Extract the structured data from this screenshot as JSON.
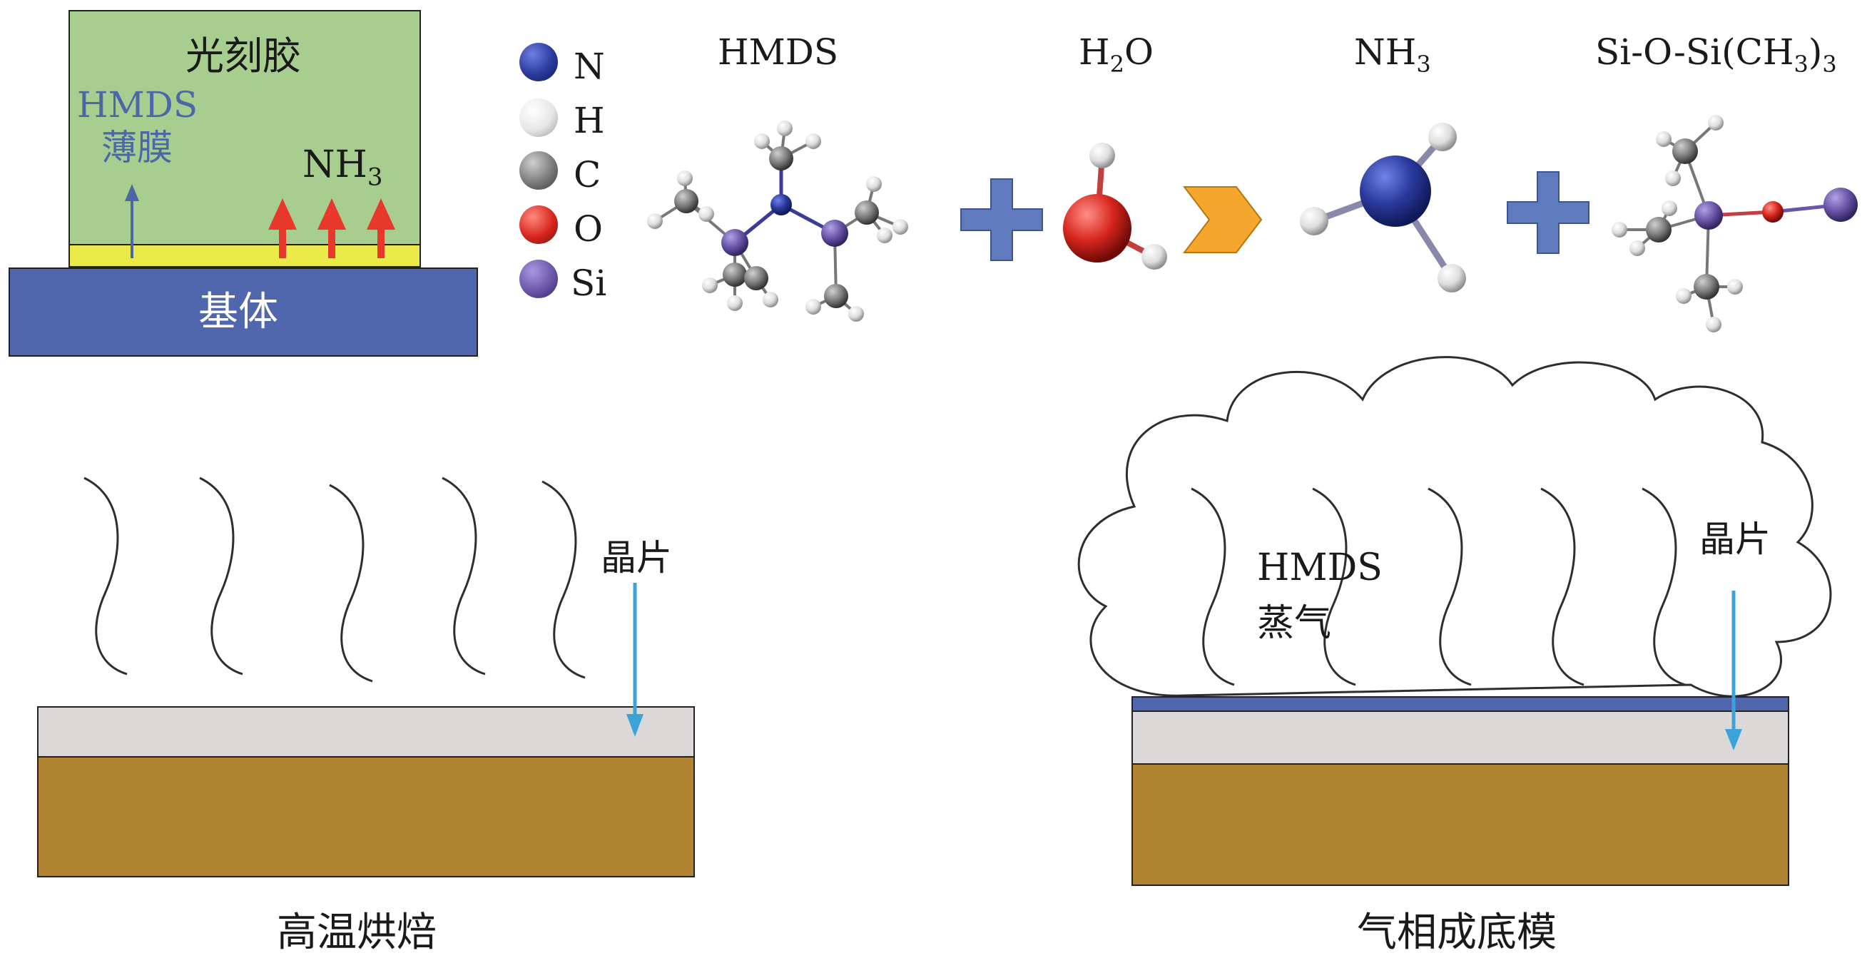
{
  "top_left": {
    "resist_label": "光刻胶",
    "film_label_line1": "HMDS",
    "film_label_line2": "薄膜",
    "nh3_label": "NH",
    "nh3_sub": "3",
    "substrate_label": "基体",
    "colors": {
      "resist": "#a8ce8f",
      "hmds_film": "#eaea4a",
      "substrate": "#5067ad",
      "arrow_up": "#4b67a8",
      "nh3_arrow": "#e8382c"
    }
  },
  "legend": [
    {
      "symbol": "N",
      "color": "#2a3a9c"
    },
    {
      "symbol": "H",
      "color": "#e6e6e6"
    },
    {
      "symbol": "C",
      "color": "#7a7a7a"
    },
    {
      "symbol": "O",
      "color": "#d7261e"
    },
    {
      "symbol": "Si",
      "color": "#6a55a8"
    }
  ],
  "reaction": {
    "hmds_title": "HMDS",
    "water_title": "H",
    "water_sub": "2",
    "water_tail": "O",
    "ammonia_title": "NH",
    "ammonia_sub": "3",
    "siloxane_title": "Si-O-Si(CH",
    "siloxane_sub1": "3",
    "siloxane_close": ")",
    "siloxane_sub2": "3",
    "plus_color": "#5f7bbd",
    "arrow_color": "#f4a72c"
  },
  "bake": {
    "caption": "高温烘焙",
    "wafer_label": "晶片",
    "colors": {
      "top_layer": "#dcd8d8",
      "wafer": "#b08330",
      "arrow": "#3ba3da"
    }
  },
  "vapor": {
    "caption": "气相成底模",
    "wafer_label": "晶片",
    "cloud_label_line1": "HMDS",
    "cloud_label_line2": "蒸气",
    "colors": {
      "hmds_layer": "#5067ad",
      "top_layer": "#dcd8d8",
      "wafer": "#b08330",
      "arrow": "#3ba3da"
    }
  }
}
